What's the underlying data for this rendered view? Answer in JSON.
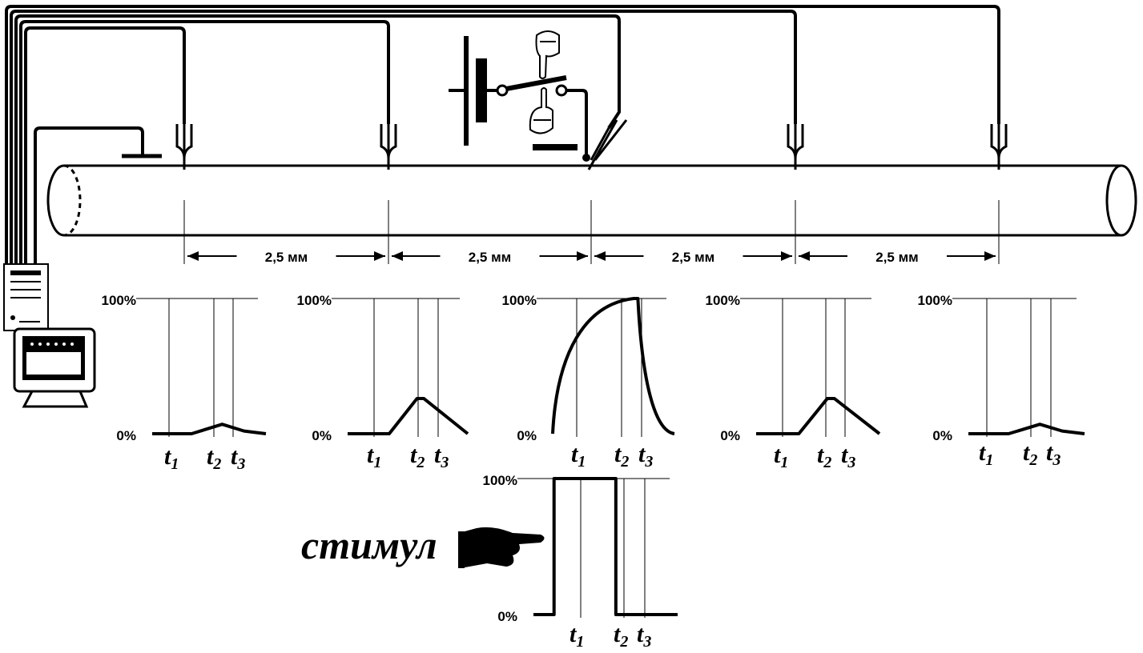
{
  "distance_label": "2,5 мм",
  "axis": {
    "top": "100%",
    "bottom": "0%"
  },
  "time_marks": [
    {
      "letter": "t",
      "sub": "1"
    },
    {
      "letter": "t",
      "sub": "2"
    },
    {
      "letter": "t",
      "sub": "3"
    }
  ],
  "stimulus_label": "стимул",
  "colors": {
    "ink": "#000000",
    "background": "#ffffff"
  },
  "icons": [
    "computer-tower-icon",
    "monitor-icon",
    "pointing-hand-icon",
    "finger-down-icon",
    "finger-up-icon",
    "battery-icon",
    "ground-icon"
  ],
  "chart_data": [
    {
      "type": "line",
      "name": "electrode-1",
      "y_range": [
        0,
        100
      ],
      "peak": 7,
      "points": [
        [
          0,
          0
        ],
        [
          0.9,
          0
        ],
        [
          1.6,
          7
        ],
        [
          2.1,
          2
        ],
        [
          2.6,
          0
        ]
      ]
    },
    {
      "type": "line",
      "name": "electrode-2",
      "y_range": [
        0,
        100
      ],
      "peak": 26,
      "points": [
        [
          0,
          0
        ],
        [
          0.9,
          0
        ],
        [
          1.5,
          26
        ],
        [
          1.65,
          26
        ],
        [
          2.6,
          0
        ]
      ]
    },
    {
      "type": "line",
      "name": "electrode-3",
      "y_range": [
        0,
        100
      ],
      "peak": 100,
      "points": [
        [
          0,
          0
        ],
        [
          2.0,
          100
        ],
        [
          2.1,
          100
        ],
        [
          3.0,
          0
        ]
      ]
    },
    {
      "type": "line",
      "name": "electrode-4",
      "y_range": [
        0,
        100
      ],
      "peak": 26,
      "points": [
        [
          0,
          0
        ],
        [
          0.9,
          0
        ],
        [
          1.5,
          26
        ],
        [
          1.65,
          26
        ],
        [
          2.6,
          0
        ]
      ]
    },
    {
      "type": "line",
      "name": "electrode-5",
      "y_range": [
        0,
        100
      ],
      "peak": 7,
      "points": [
        [
          0,
          0
        ],
        [
          0.9,
          0
        ],
        [
          1.6,
          7
        ],
        [
          2.1,
          2
        ],
        [
          2.6,
          0
        ]
      ]
    },
    {
      "type": "line",
      "name": "stimulus",
      "y_range": [
        0,
        100
      ],
      "points": [
        [
          0,
          0
        ],
        [
          0.5,
          0
        ],
        [
          0.5,
          100
        ],
        [
          2.0,
          100
        ],
        [
          2.0,
          0
        ],
        [
          3.5,
          0
        ]
      ]
    }
  ]
}
